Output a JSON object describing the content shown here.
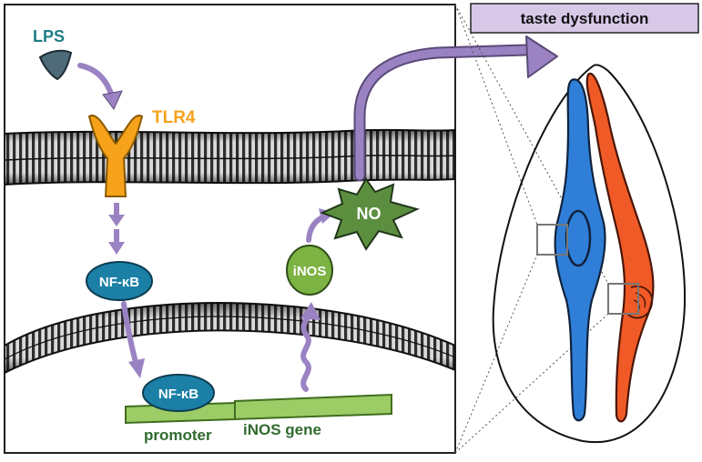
{
  "labels": {
    "lps": "LPS",
    "tlr4": "TLR4",
    "nfkb_cytoplasm": "NF-κB",
    "nfkb_nucleus": "NF-κB",
    "inos_protein": "iNOS",
    "no": "NO",
    "promoter": "promoter",
    "inos_gene": "iNOS gene",
    "taste_dysfunction": "taste dysfunction"
  },
  "colors": {
    "lps": "#4f6a78",
    "lps_text": "#1f7d86",
    "tlr4": "#f6a21b",
    "nfkb": "#1b7fa6",
    "inos": "#7cb342",
    "no": "#5c8e3f",
    "arrow": "#9b82c3",
    "dna": "#9ccc65",
    "text_green": "#2f6b2f",
    "taste_cell_blue": "#2f7fd8",
    "taste_cell_orange": "#f05a26",
    "banner_fill": "#d8c8e8"
  }
}
